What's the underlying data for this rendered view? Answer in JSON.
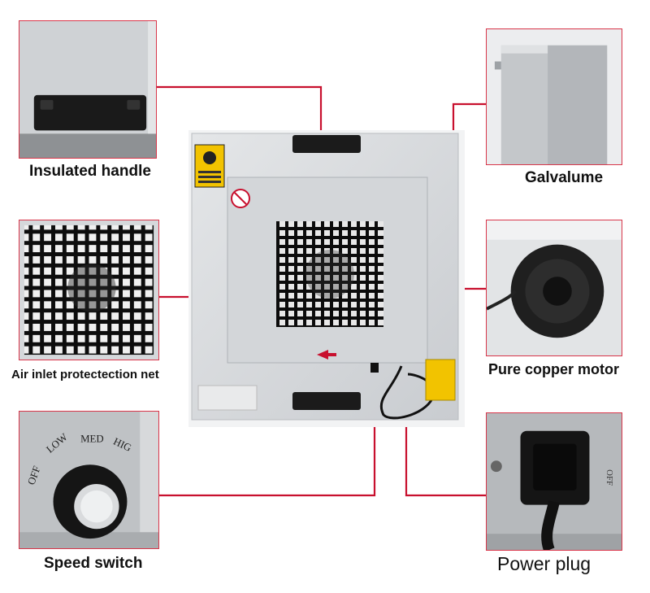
{
  "callouts": {
    "handle": {
      "label": "Insulated  handle"
    },
    "galvalume": {
      "label": "Galvalume"
    },
    "inlet": {
      "label": "Air inlet protectection net"
    },
    "motor": {
      "label": "Pure copper motor"
    },
    "speed": {
      "label": "Speed  switch"
    },
    "plug": {
      "label": "Power plug"
    }
  },
  "dial_labels": {
    "off": "OFF",
    "low": "LOW",
    "med": "MED",
    "high": "HIG"
  },
  "colors": {
    "callout_line": "#c8102e",
    "frame": "#d8364a",
    "warning_label": "#f2c300",
    "panel": "#d9dcdf"
  }
}
